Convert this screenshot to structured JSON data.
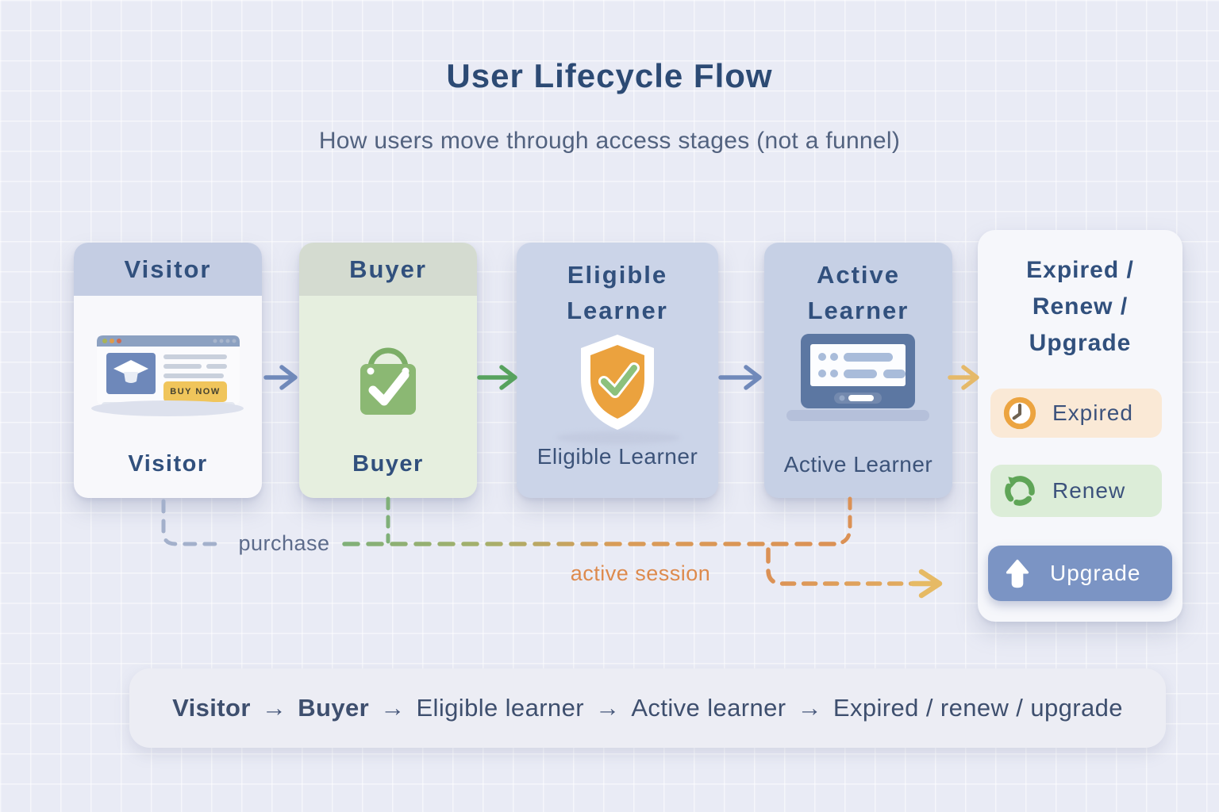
{
  "header": {
    "title": "User Lifecycle Flow",
    "subtitle": "How users move through access stages (not a funnel)"
  },
  "stages": [
    {
      "title": "Visitor",
      "label": "Visitor",
      "icon": "browser-window-buy-now",
      "buy_now_label": "BUY NOW"
    },
    {
      "title": "Buyer",
      "label": "Buyer",
      "icon": "shopping-bag-check"
    },
    {
      "title": "Eligible Learner",
      "label": "Eligible Learner",
      "icon": "shield-check"
    },
    {
      "title": "Active Learner",
      "label": "Active Learner",
      "icon": "laptop-screen"
    }
  ],
  "outcomes": {
    "title": "Expired / Renew / Upgrade",
    "options": [
      {
        "label": "Expired",
        "icon": "clock-icon",
        "bg": "#fae9d6"
      },
      {
        "label": "Renew",
        "icon": "renew-cycle-icon",
        "bg": "#dcedd8"
      },
      {
        "label": "Upgrade",
        "icon": "upgrade-arrow-icon",
        "bg": "#7b94c4"
      }
    ]
  },
  "connectors": {
    "purchase_label": "purchase",
    "active_session_label": "active session"
  },
  "summary": {
    "arrow": "→",
    "items": [
      "Visitor",
      "Buyer",
      "Eligible learner",
      "Active learner",
      "Expired / renew / upgrade"
    ]
  },
  "colors": {
    "background": "#e9ebf5",
    "title_text": "#2c4a74",
    "subtitle_text": "#52627f",
    "card_title_text": "#31507d",
    "visitor_header_bg": "#c4cde3",
    "visitor_body_bg": "#f8f8fb",
    "buyer_header_bg": "#d4dbd0",
    "buyer_body_bg": "#e6efdf",
    "eligible_card_bg": "#cbd4e8",
    "active_card_bg": "#c6d0e5",
    "arrow_blue": "#7089ba",
    "arrow_green": "#57a25e",
    "arrow_amber": "#e5b96a",
    "dash_blue": "#a3b0cb",
    "dash_green": "#80b079",
    "dash_orange": "#db9155",
    "purchase_text": "#5c6b8b",
    "active_session_text": "#dd8a4d",
    "expired_icon": "#eca440",
    "renew_icon": "#5fa557",
    "upgrade_pill_bg": "#7b94c4",
    "buy_now_bg": "#f0c55b",
    "summary_bar_bg": "#ecedf4",
    "summary_text": "#3e4f6e"
  }
}
